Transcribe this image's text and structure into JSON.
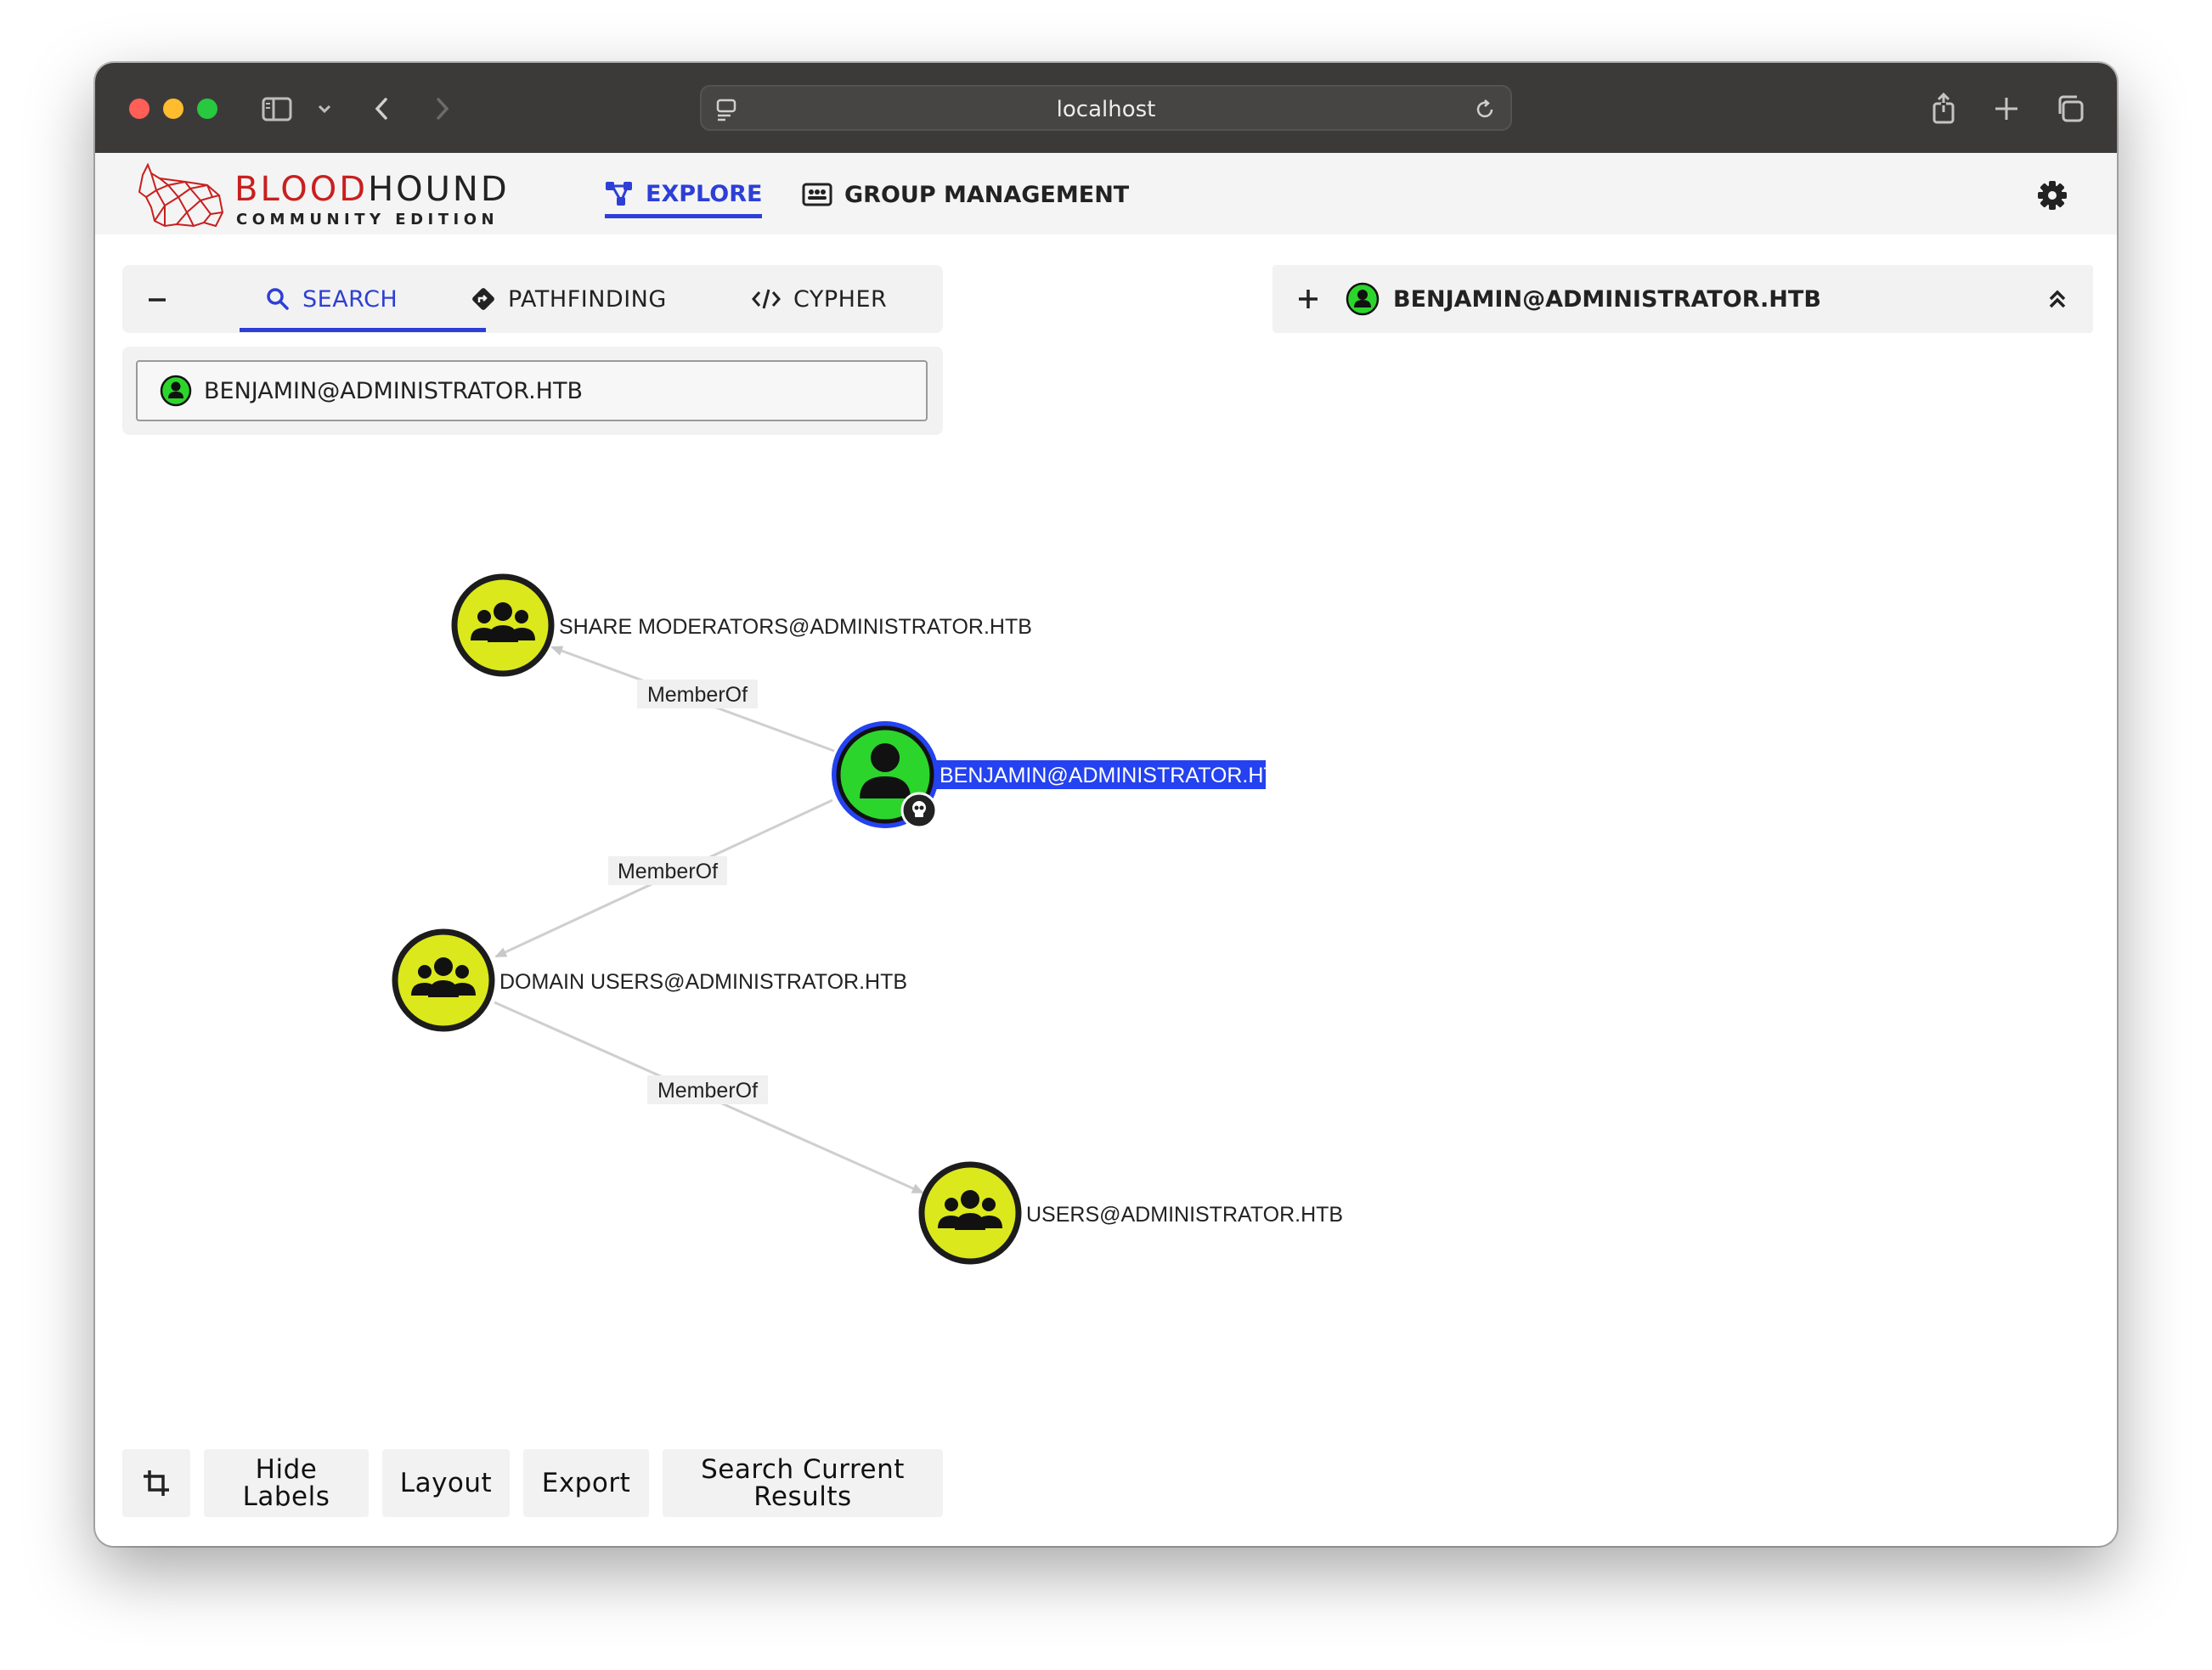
{
  "browser": {
    "url": "localhost"
  },
  "app": {
    "logo_blood": "BLOOD",
    "logo_hound": "HOUND",
    "logo_edition": "COMMUNITY EDITION",
    "nav": [
      {
        "label": "EXPLORE",
        "icon": "graph-icon",
        "active": true
      },
      {
        "label": "GROUP MANAGEMENT",
        "icon": "id-card-icon",
        "active": false
      }
    ]
  },
  "search_panel": {
    "tabs": [
      {
        "label": "SEARCH",
        "icon": "search-icon",
        "active": true
      },
      {
        "label": "PATHFINDING",
        "icon": "diamond-arrow-icon",
        "active": false
      },
      {
        "label": "CYPHER",
        "icon": "code-icon",
        "active": false
      }
    ],
    "query": "BENJAMIN@ADMINISTRATOR.HTB"
  },
  "entity_panel": {
    "title": "BENJAMIN@ADMINISTRATOR.HTB"
  },
  "graph": {
    "nodes": [
      {
        "id": "benjamin",
        "label": "BENJAMIN@ADMINISTRATOR.HTB",
        "kind": "user",
        "selected": true,
        "color": "#2cd52c"
      },
      {
        "id": "share",
        "label": "SHARE MODERATORS@ADMINISTRATOR.HTB",
        "kind": "group",
        "color": "#dbe81c"
      },
      {
        "id": "domainusers",
        "label": "DOMAIN USERS@ADMINISTRATOR.HTB",
        "kind": "group",
        "color": "#dbe81c"
      },
      {
        "id": "users",
        "label": "USERS@ADMINISTRATOR.HTB",
        "kind": "group",
        "color": "#dbe81c"
      }
    ],
    "edges": [
      {
        "from": "benjamin",
        "to": "share",
        "label": "MemberOf"
      },
      {
        "from": "benjamin",
        "to": "domainusers",
        "label": "MemberOf"
      },
      {
        "from": "domainusers",
        "to": "users",
        "label": "MemberOf"
      }
    ]
  },
  "toolbar": {
    "hide_labels_1": "Hide",
    "hide_labels_2": "Labels",
    "layout": "Layout",
    "export": "Export",
    "search_results_1": "Search Current",
    "search_results_2": "Results"
  }
}
